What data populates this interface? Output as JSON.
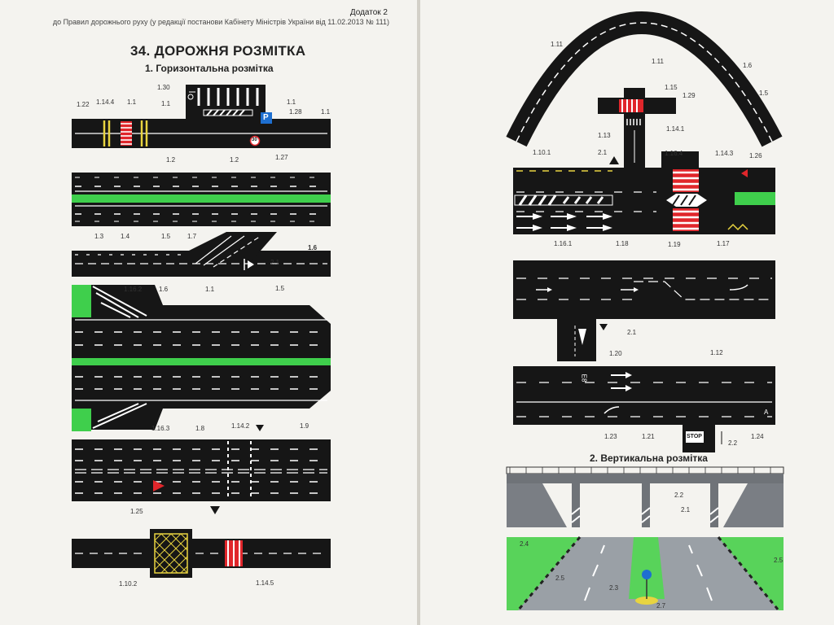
{
  "header": {
    "appendix": "Додаток 2",
    "reference": "до Правил дорожнього руху (у редакції постанови Кабінету Міністрів України від 11.02.2013 № 111)"
  },
  "section_title": "34. ДОРОЖНЯ РОЗМІТКА",
  "subsection_horizontal": "1. Горизонтальна розмітка",
  "subsection_vertical": "2. Вертикальна розмітка",
  "left_labels": {
    "l130": "1.30",
    "l122": "1.22",
    "l1144": "1.14.4",
    "l11a": "1.1",
    "l11b": "1.1",
    "l11c": "1.1",
    "l128": "1.28",
    "l11d": "1.1",
    "l127": "1.27",
    "l12a": "1.2",
    "l12b": "1.2",
    "l13": "1.3",
    "l14": "1.4",
    "l15a": "1.5",
    "l17": "1.7",
    "l16a": "1.6",
    "l21a": "2.1",
    "l1162": "1.16.2",
    "l16b": "1.6",
    "l11e": "1.1",
    "l15b": "1.5",
    "l1163": "1.16.3",
    "l18": "1.8",
    "l1142": "1.14.2",
    "l19": "1.9",
    "l125": "1.25",
    "l1102": "1.10.2",
    "l1145": "1.14.5"
  },
  "right_labels": {
    "r111a": "1.11",
    "r111b": "1.11",
    "r16": "1.6",
    "r15": "1.5",
    "r115": "1.15",
    "r129": "1.29",
    "r1141": "1.14.1",
    "r113": "1.13",
    "r1101": "1.10.1",
    "r21a": "2.1",
    "r1164": "1.16.4",
    "r1143": "1.14.3",
    "r126": "1.26",
    "r1161": "1.16.1",
    "r118": "1.18",
    "r119": "1.19",
    "r117": "1.17",
    "r21b": "2.1",
    "r120": "1.20",
    "r112": "1.12",
    "r123": "1.23",
    "r121": "1.21",
    "r22a": "2.2",
    "r124": "1.24",
    "r22b": "2.2",
    "r21c": "2.1",
    "r24": "2.4",
    "r25a": "2.5",
    "r23": "2.3",
    "r27": "2.7",
    "r25b": "2.5"
  },
  "road_text": {
    "parking": "P",
    "speed": "30",
    "stop": "STOP",
    "bus_a": "A",
    "e8": "Е8"
  },
  "colors": {
    "asphalt": "#161616",
    "marking": "#ffffff",
    "green": "#3fcf4c",
    "red": "#e0262b",
    "yellow": "#e8d440",
    "sign_blue": "#1e6fd0"
  }
}
